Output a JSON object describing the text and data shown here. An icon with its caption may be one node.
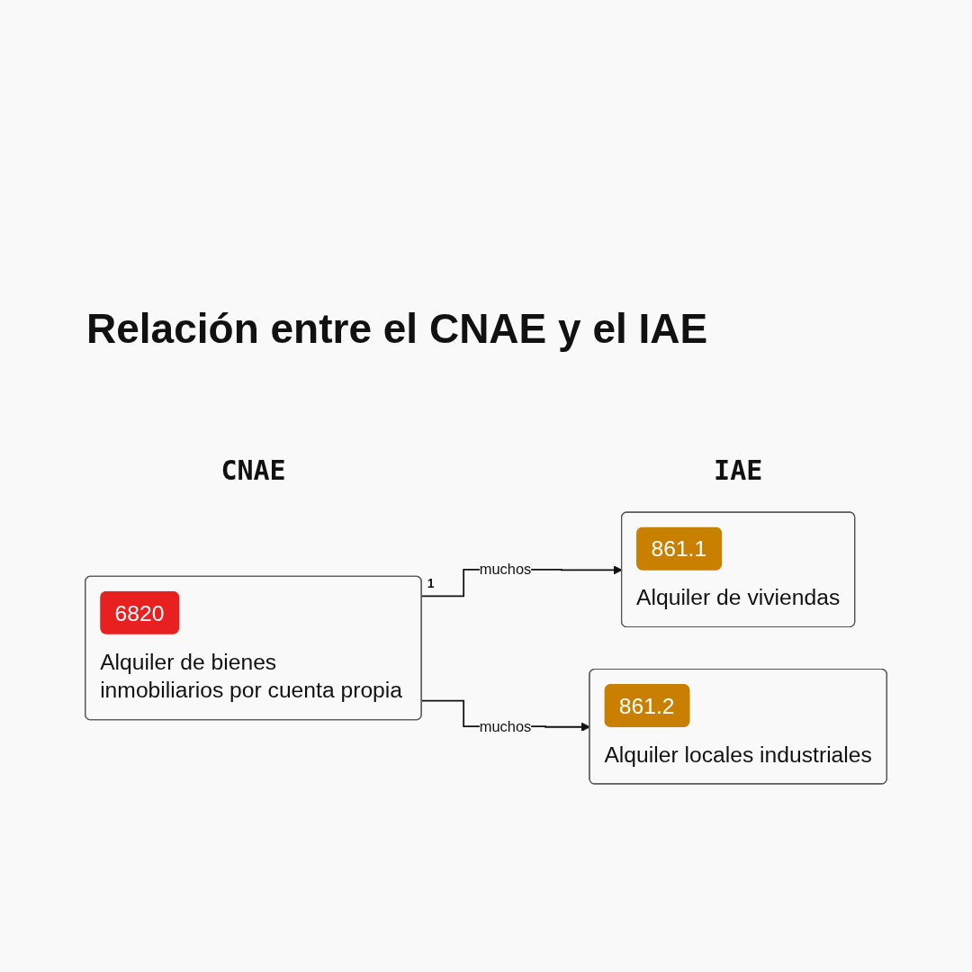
{
  "diagram": {
    "title": "Relación entre el CNAE y el IAE",
    "nodes": [
      {
        "text": [
          "6820",
          "Alquiler de bienes inmobiliarios por cuenta propia"
        ]
      },
      {
        "text": [
          "861.1",
          "Alquiler de viviendas"
        ]
      },
      {
        "text": [
          "861.2",
          "Alquiler locales industriales"
        ]
      }
    ],
    "edges": [
      {
        "from": 0,
        "to": 1,
        "arrow": "to",
        "label": "muchos"
      },
      {
        "from": 0,
        "to": 2,
        "arrow": "to",
        "label": "muchos"
      }
    ],
    "labels": [
      "CNAE",
      "IAE",
      "1"
    ]
  }
}
